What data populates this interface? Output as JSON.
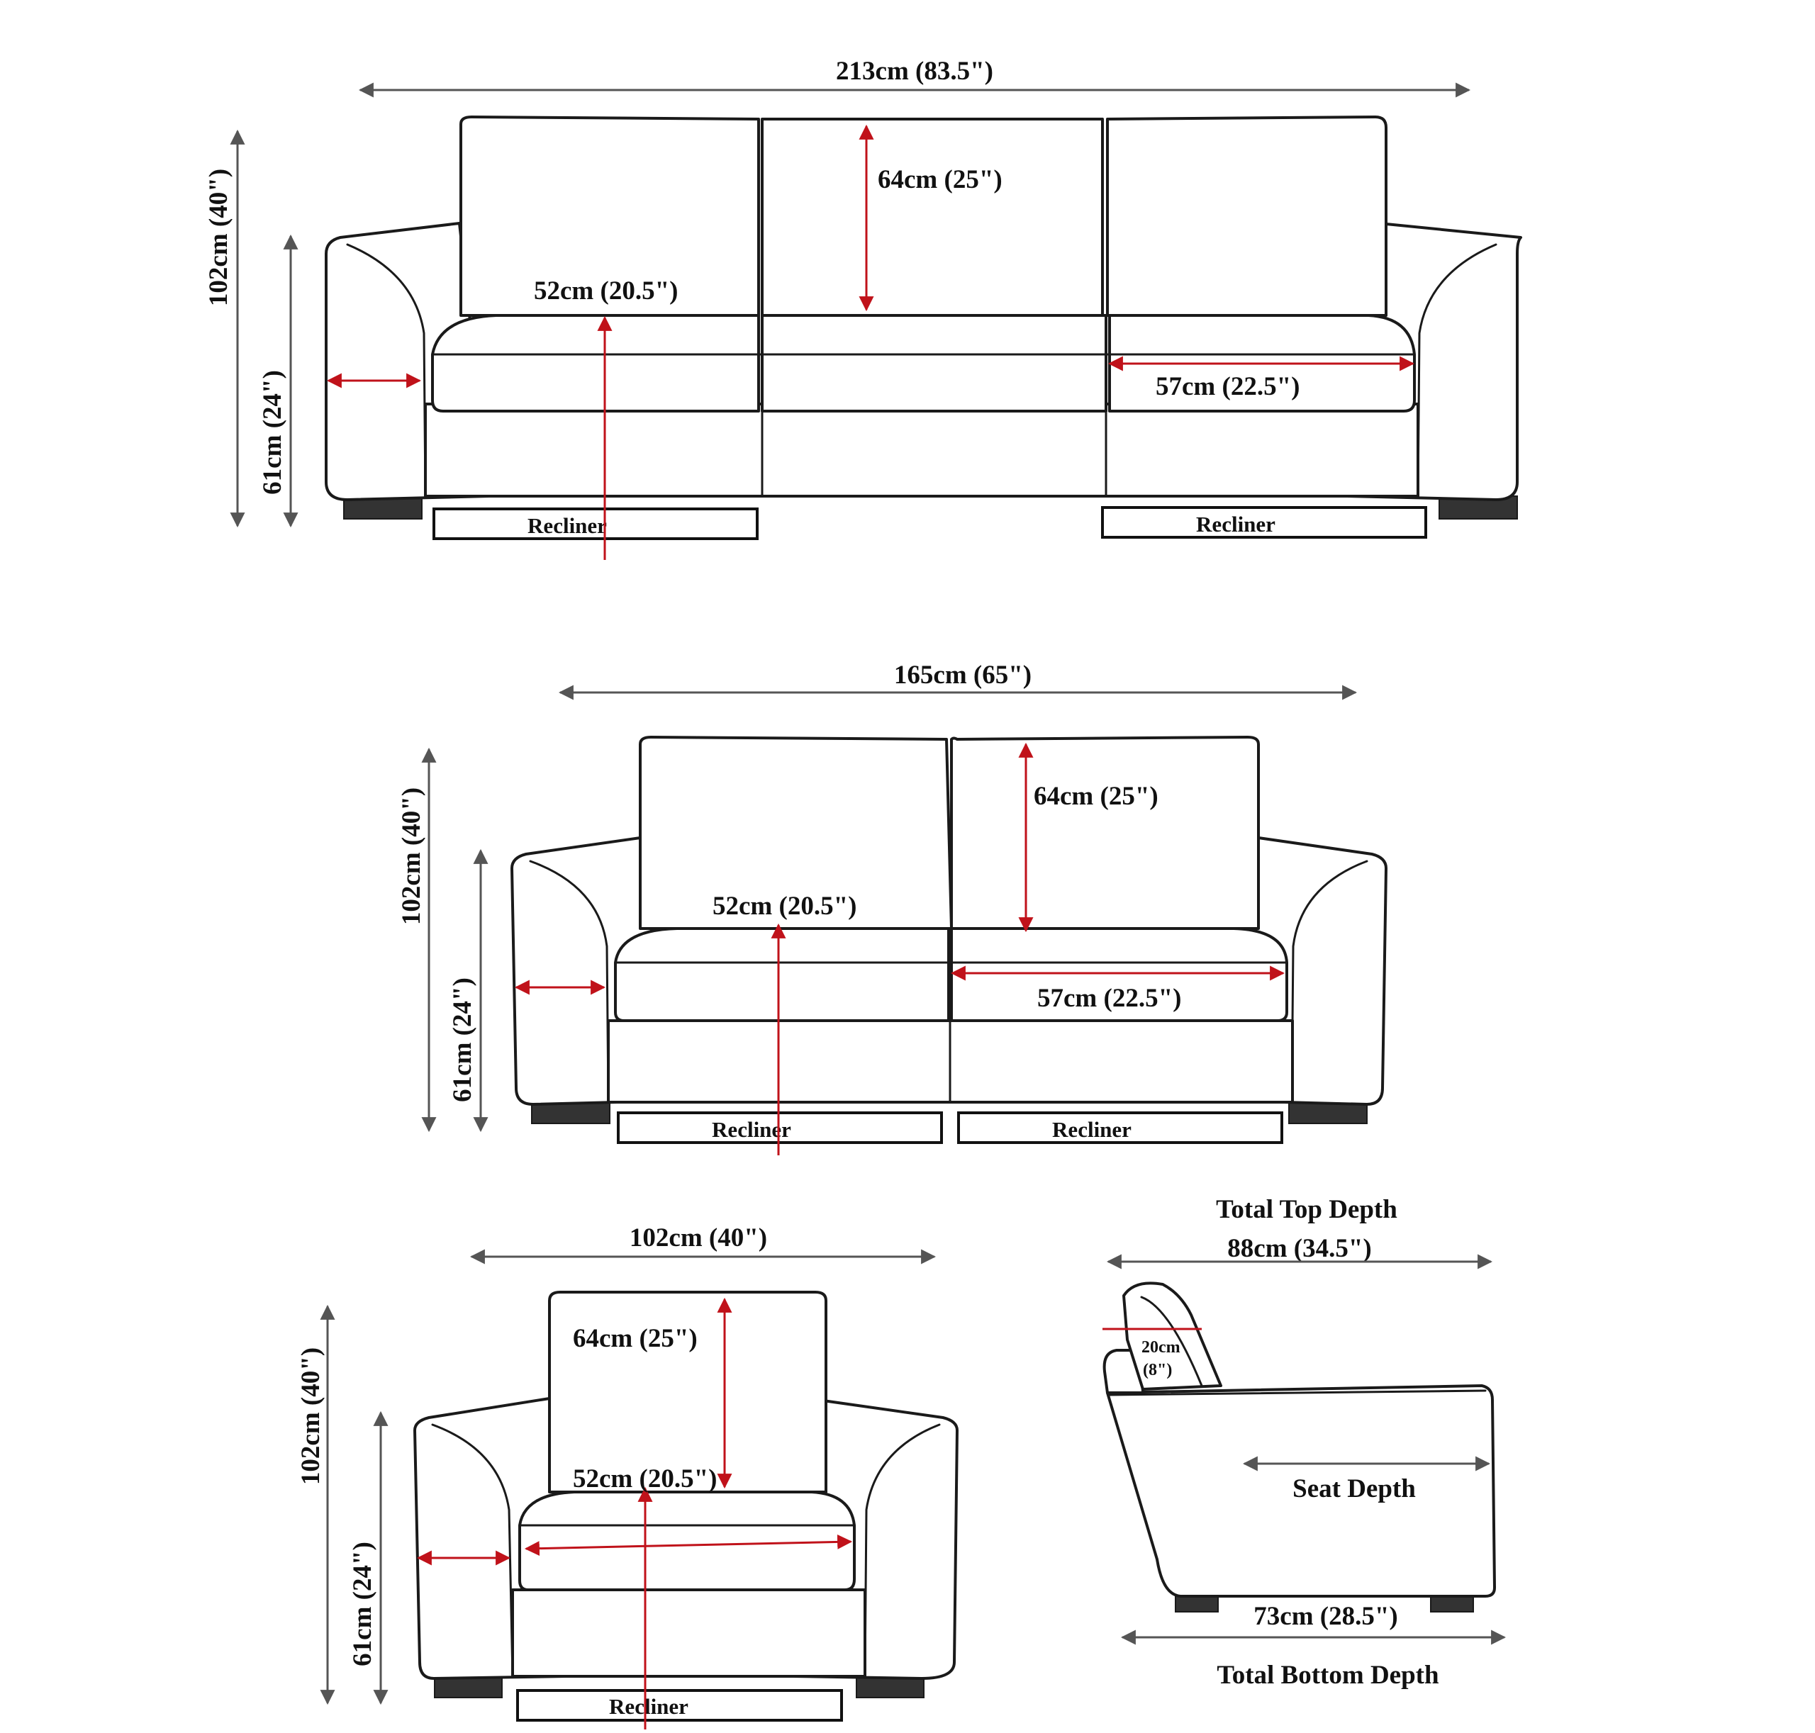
{
  "colors": {
    "dimension_arrow": "#555555",
    "measure_arrow": "#c0121a",
    "outline": "#1a1a1a",
    "background": "#ffffff"
  },
  "sofa_3_seater": {
    "width": "213cm (83.5\")",
    "total_height": "102cm (40\")",
    "arm_height": "61cm (24\")",
    "back_height": "64cm (25\")",
    "seat_height": "52cm (20.5\")",
    "seat_depth": "57cm (22.5\")",
    "recliner_left": "Recliner",
    "recliner_right": "Recliner"
  },
  "sofa_2_seater": {
    "width": "165cm (65\")",
    "total_height": "102cm (40\")",
    "arm_height": "61cm (24\")",
    "back_height": "64cm (25\")",
    "seat_height": "52cm (20.5\")",
    "seat_depth": "57cm (22.5\")",
    "recliner_left": "Recliner",
    "recliner_right": "Recliner"
  },
  "armchair": {
    "width": "102cm (40\")",
    "total_height": "102cm (40\")",
    "arm_height": "61cm (24\")",
    "back_height": "64cm (25\")",
    "seat_height": "52cm (20.5\")",
    "recliner": "Recliner"
  },
  "side_view": {
    "top_depth_title": "Total Top Depth",
    "top_depth": "88cm (34.5\")",
    "cushion_width_line1": "20cm",
    "cushion_width_line2": "(8\")",
    "seat_depth_label": "Seat Depth",
    "bottom_depth": "73cm (28.5\")",
    "bottom_depth_title": "Total Bottom Depth"
  }
}
